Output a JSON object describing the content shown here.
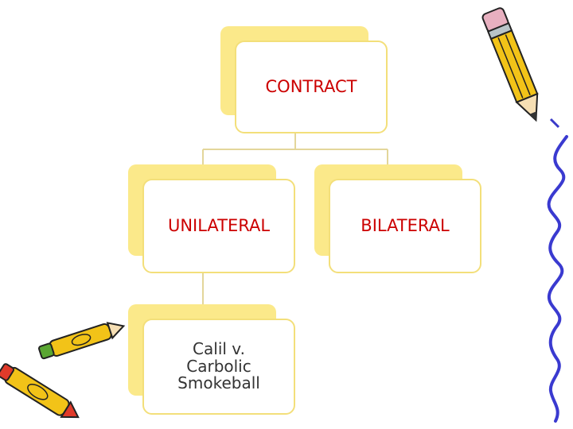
{
  "diagram": {
    "root": {
      "label": "CONTRACT",
      "color": "#cc0000"
    },
    "children": [
      {
        "label": "UNILATERAL",
        "color": "#cc0000"
      },
      {
        "label": "BILATERAL",
        "color": "#cc0000"
      }
    ],
    "leaf": {
      "label": "Calil v. Carbolic Smokeball",
      "color": "#333333"
    }
  },
  "theme": {
    "card_fill": "#ffffff",
    "card_border": "#f3df7a",
    "shadow_fill": "#fbe98a",
    "connector_color": "#e3d69a"
  },
  "decorations": [
    "pencil-icon",
    "crayons-icon",
    "squiggle-line-icon"
  ]
}
